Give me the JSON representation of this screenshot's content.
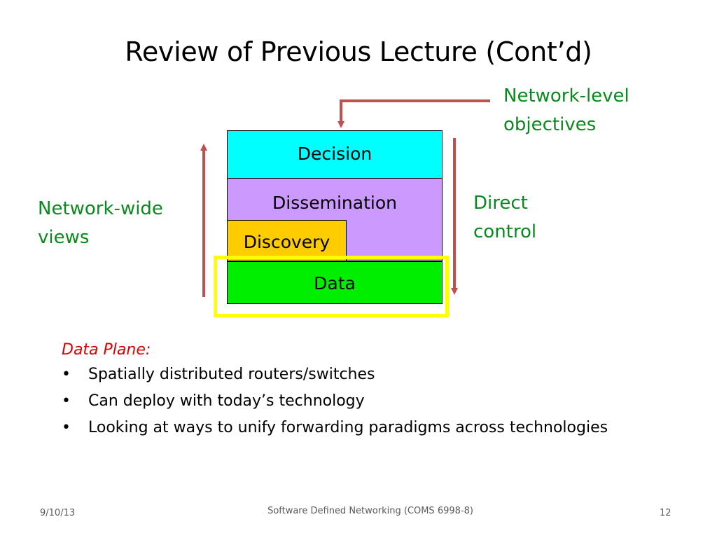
{
  "slide": {
    "title": "Review of Previous Lecture (Cont’d)",
    "labels": {
      "network_level": [
        "Network-level",
        "objectives"
      ],
      "network_wide": [
        "Network-wide",
        "views"
      ],
      "direct_control": [
        "Direct",
        "control"
      ]
    },
    "layers": {
      "decision": "Decision",
      "dissemination": "Dissemination",
      "discovery": "Discovery",
      "data": "Data"
    },
    "data_plane": {
      "heading": "Data Plane:",
      "bullets": [
        "Spatially distributed routers/switches",
        "Can deploy with today’s technology",
        "Looking at ways to unify forwarding paradigms across technologies"
      ]
    },
    "footer": {
      "date": "9/10/13",
      "course": "Software Defined Networking (COMS 6998-8)",
      "page": "12"
    },
    "colors": {
      "decision": "#00ffff",
      "dissemination": "#cc99ff",
      "discovery": "#ffcc00",
      "data": "#00ee00",
      "highlight": "#ffff00",
      "arrow": "#c0504d",
      "green_text": "#0a8a1e",
      "heading_red": "#e00000"
    },
    "icons": {
      "bullet": "•",
      "arrows": [
        "up-arrow-icon",
        "down-arrow-icon",
        "bent-arrow-icon"
      ]
    }
  }
}
